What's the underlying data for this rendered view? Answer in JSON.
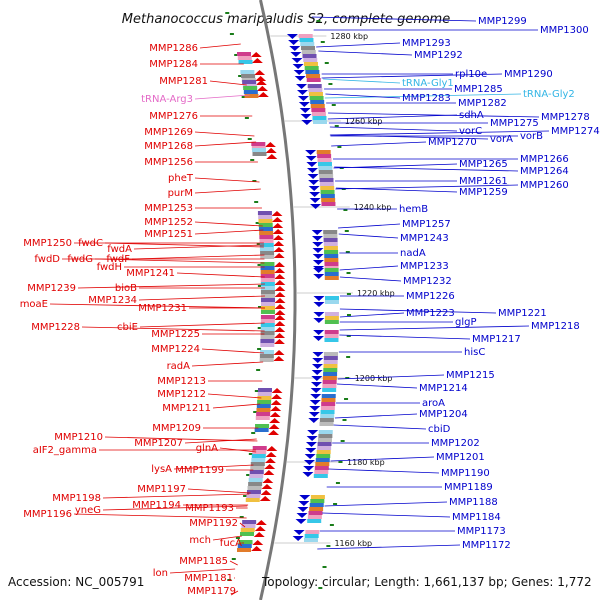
{
  "title": "Methanococcus maripaludis S2, complete genome",
  "footer": {
    "accession": "Accession: NC_005791",
    "topology": "Topology: circular; Length: 1,661,137 bp; Genes: 1,772"
  },
  "ticks": [
    "1280 kbp",
    "1260 kbp",
    "1240 kbp",
    "1220 kbp",
    "1200 kbp",
    "1180 kbp",
    "1160 kbp"
  ],
  "colors": {
    "reverse_strand": "#e00000",
    "forward_strand": "#0000cc",
    "rna": "#33b5e5",
    "rna_reverse": "#e46ac7",
    "backbone": "#777777",
    "tick": "#1a7d1a"
  },
  "left_labels": [
    "MMP1286",
    "MMP1284",
    "MMP1281",
    "tRNA-Arg3",
    "MMP1276",
    "MMP1269",
    "MMP1268",
    "MMP1256",
    "pheT",
    "purM",
    "MMP1253",
    "MMP1252",
    "MMP1251",
    "MMP1250",
    "fwdC",
    "fwdA",
    "fwdD",
    "fwdG",
    "fwdF",
    "fwdH",
    "MMP1241",
    "MMP1239",
    "bioB",
    "moaE",
    "MMP1234",
    "MMP1231",
    "MMP1228",
    "cbiE",
    "MMP1225",
    "MMP1224",
    "radA",
    "MMP1213",
    "MMP1212",
    "MMP1211",
    "MMP1209",
    "MMP1210",
    "MMP1207",
    "aIF2_gamma",
    "glnA",
    "lysA",
    "MMP1199",
    "MMP1197",
    "MMP1198",
    "MMP1194",
    "MMP1196",
    "yneG",
    "MMP1193",
    "MMP1192",
    "mch",
    "fucA",
    "MMP1185",
    "lon",
    "MMP1181",
    "MMP1179"
  ],
  "right_labels": [
    "MMP1299",
    "MMP1300",
    "MMP1293",
    "MMP1292",
    "rpl10e",
    "MMP1290",
    "tRNA-Gly1",
    "MMP1285",
    "tRNA-Gly2",
    "MMP1283",
    "MMP1282",
    "sdhA",
    "MMP1278",
    "MMP1275",
    "MMP1274",
    "vorC",
    "vorB",
    "MMP1270",
    "vorA",
    "MMP1266",
    "MMP1265",
    "MMP1264",
    "MMP1261",
    "MMP1260",
    "MMP1259",
    "hemB",
    "MMP1257",
    "MMP1243",
    "nadA",
    "MMP1233",
    "MMP1232",
    "MMP1226",
    "MMP1223",
    "MMP1221",
    "glgP",
    "MMP1218",
    "MMP1217",
    "hisC",
    "MMP1215",
    "MMP1214",
    "aroA",
    "MMP1204",
    "cbiD",
    "MMP1202",
    "MMP1201",
    "MMP1190",
    "MMP1189",
    "MMP1188",
    "MMP1184",
    "MMP1173",
    "MMP1172"
  ]
}
